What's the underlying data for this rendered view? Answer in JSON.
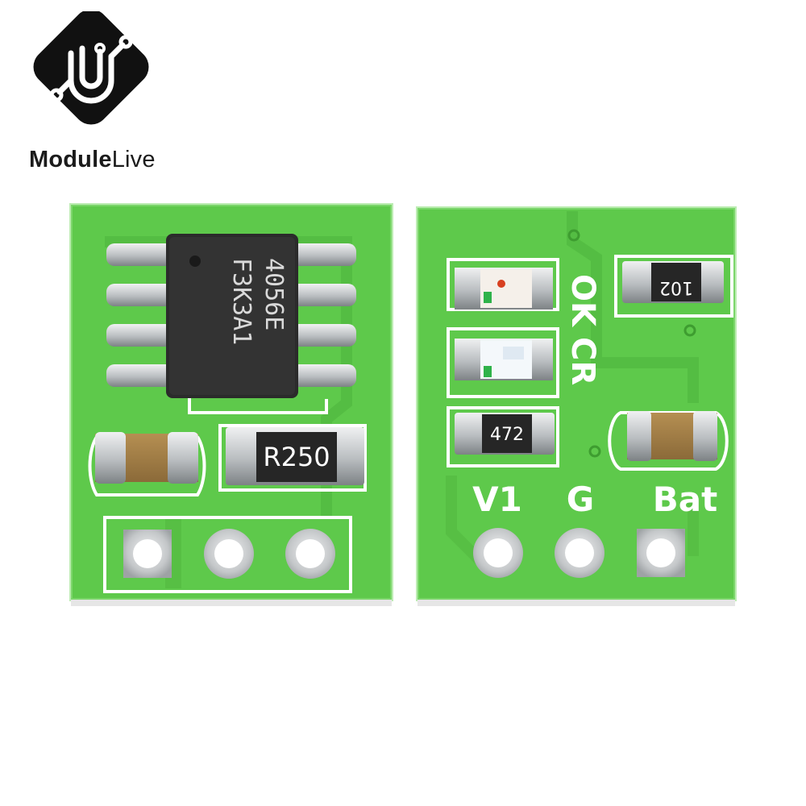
{
  "brand": {
    "logo_name": "ModuleLive",
    "logo_part_bold": "Module",
    "logo_part_light": "Live"
  },
  "board_front": {
    "chip_line1": "4056E",
    "chip_line2": "F3K3A1",
    "resistor_label": "R250"
  },
  "board_back": {
    "resistor_top": "102",
    "resistor_mid": "472",
    "silk_ok": "OK",
    "silk_cr": "CR",
    "pin_v1": "V1",
    "pin_g": "G",
    "pin_bat": "Bat"
  },
  "colors": {
    "pcb": "#5ec94b",
    "pcb_edge": "#4fb63e",
    "silk": "#ffffff",
    "chip": "#2b2b2b",
    "solder": "#c9ccce"
  }
}
